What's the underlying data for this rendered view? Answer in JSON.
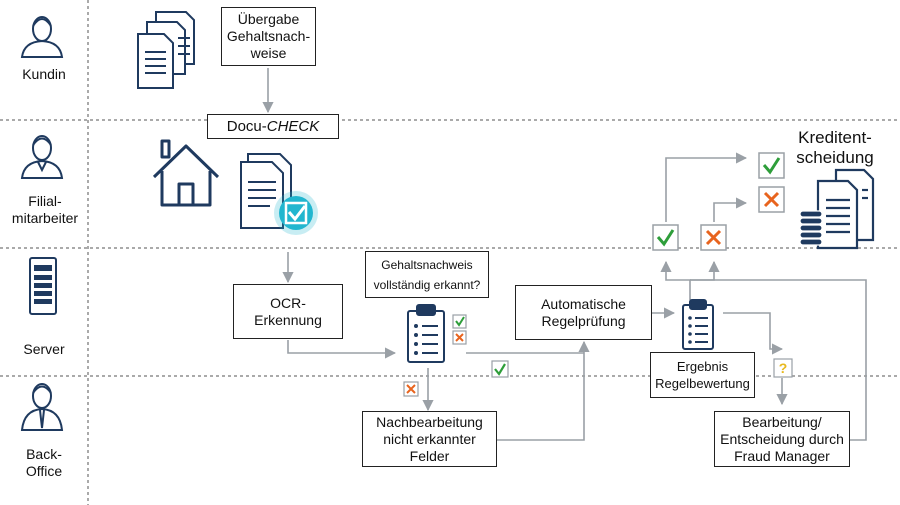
{
  "lanes": {
    "kundin": "Kundin",
    "filial_line1": "Filial-",
    "filial_line2": "mitarbeiter",
    "server": "Server",
    "back_line1": "Back-",
    "back_line2": "Office"
  },
  "boxes": {
    "uebergabe": [
      "Übergabe",
      "Gehaltsnach-",
      "weise"
    ],
    "docucheck_prefix": "Docu-",
    "docucheck_suffix": "CHECK",
    "ocr": [
      "OCR-",
      "Erkennung"
    ],
    "regelpruefung": [
      "Automatische",
      "Regelprüfung"
    ],
    "nachbearbeitung": [
      "Nachbearbeitung",
      "nicht erkannter",
      "Felder"
    ],
    "ergebnis": [
      "Ergebnis",
      "Regelbewertung"
    ],
    "fraud": [
      "Bearbeitung/",
      "Entscheidung durch",
      "Fraud Manager"
    ]
  },
  "question": {
    "line1": "Gehaltsnachweis",
    "line2": "vollständig erkannt?"
  },
  "kreditentscheidung": [
    "Kreditent-",
    "scheidung"
  ],
  "icons": {
    "check": "check-icon",
    "cross": "cross-icon",
    "question": "question-icon"
  },
  "colors": {
    "navy": "#1f3a5f",
    "check_green": "#2e9e3a",
    "cross_orange": "#e8641e",
    "question_yellow": "#e8b91e",
    "teal": "#22b6cf"
  }
}
